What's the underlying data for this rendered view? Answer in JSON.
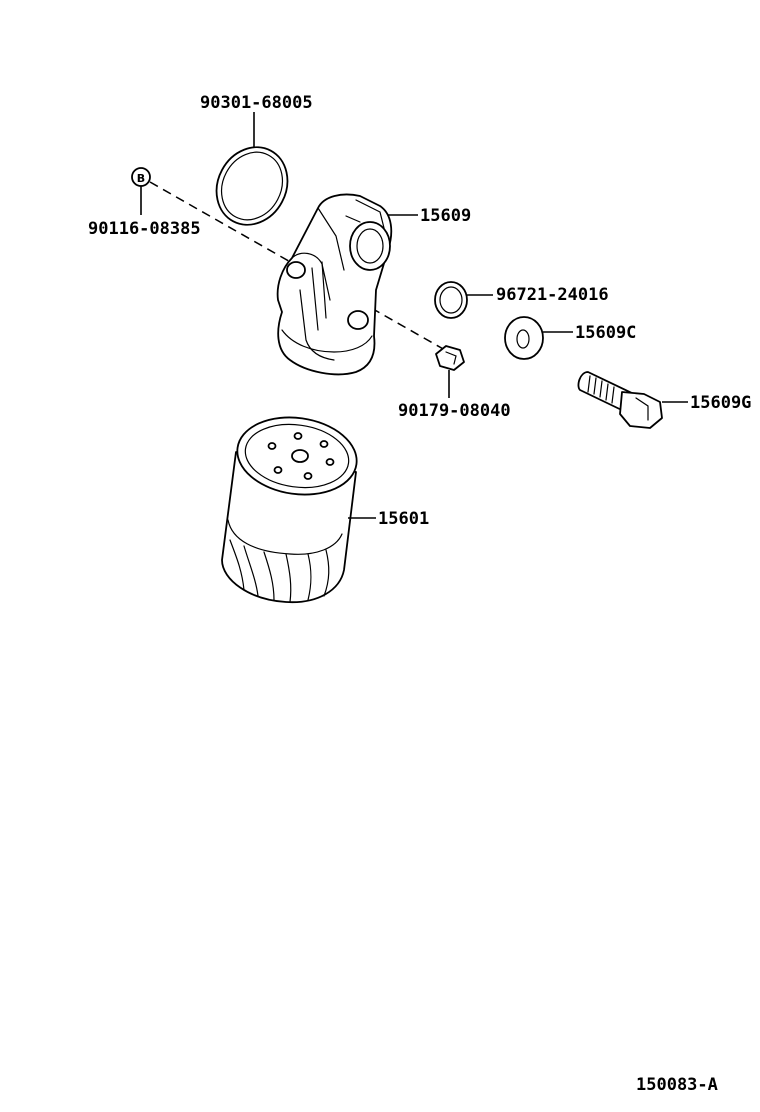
{
  "parts": {
    "oring_top": "90301-68005",
    "bolt_b": "90116-08385",
    "bolt_b_marker": "B",
    "bracket": "15609",
    "gasket_small": "96721-24016",
    "washer": "15609C",
    "union_bolt": "15609G",
    "nut": "90179-08040",
    "oil_filter": "15601"
  },
  "diagram_id": "150083-A"
}
